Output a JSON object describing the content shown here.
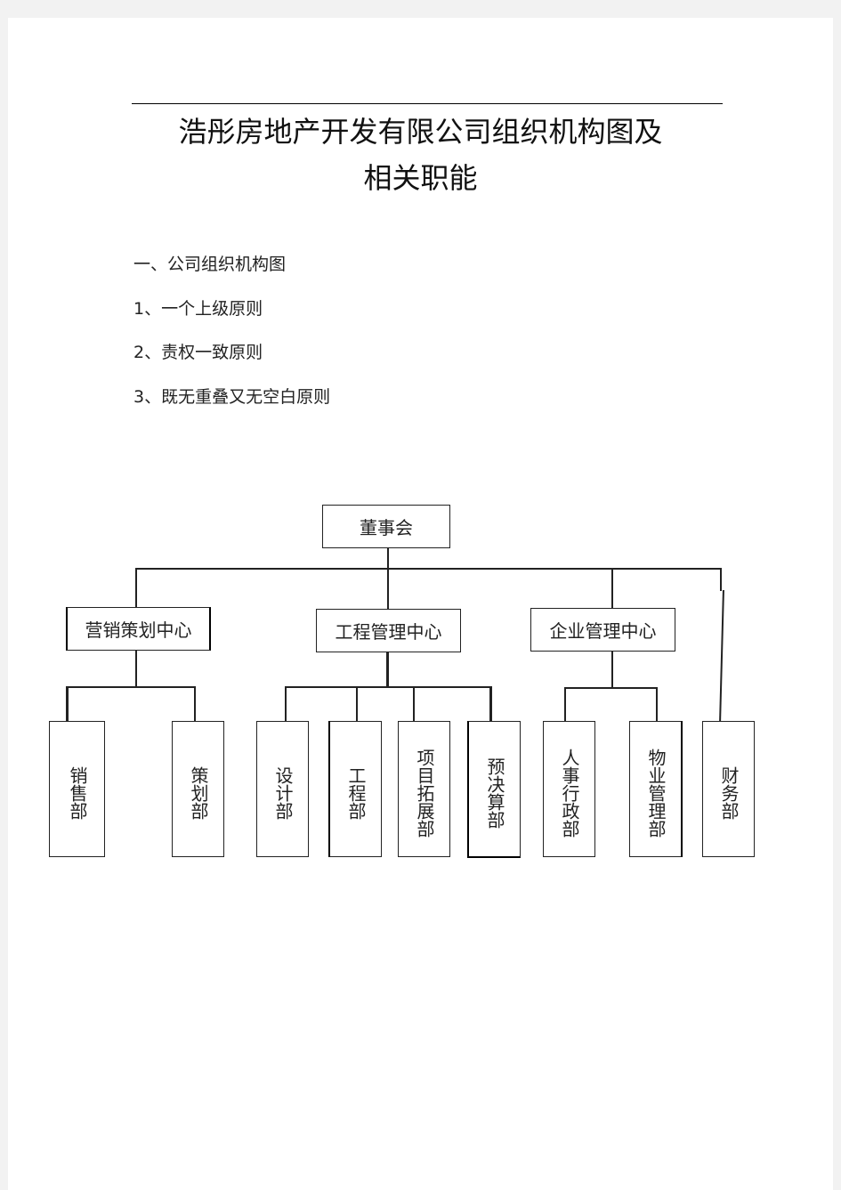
{
  "document": {
    "title_line1": "浩彤房地产开发有限公司组织机构图及",
    "title_line2": "相关职能",
    "section_heading": "一、公司组织机构图",
    "principles": [
      "1、一个上级原则",
      "2、责权一致原则",
      "3、既无重叠又无空白原则"
    ]
  },
  "org_chart": {
    "root": "董事会",
    "centers": [
      {
        "name": "营销策划中心",
        "departments": [
          "销售部",
          "策划部"
        ]
      },
      {
        "name": "工程管理中心",
        "departments": [
          "设计部",
          "工程部",
          "项目拓展部",
          "预决算部"
        ]
      },
      {
        "name": "企业管理中心",
        "departments": [
          "人事行政部",
          "物业管理部"
        ]
      }
    ],
    "direct_departments": [
      "财务部"
    ]
  }
}
